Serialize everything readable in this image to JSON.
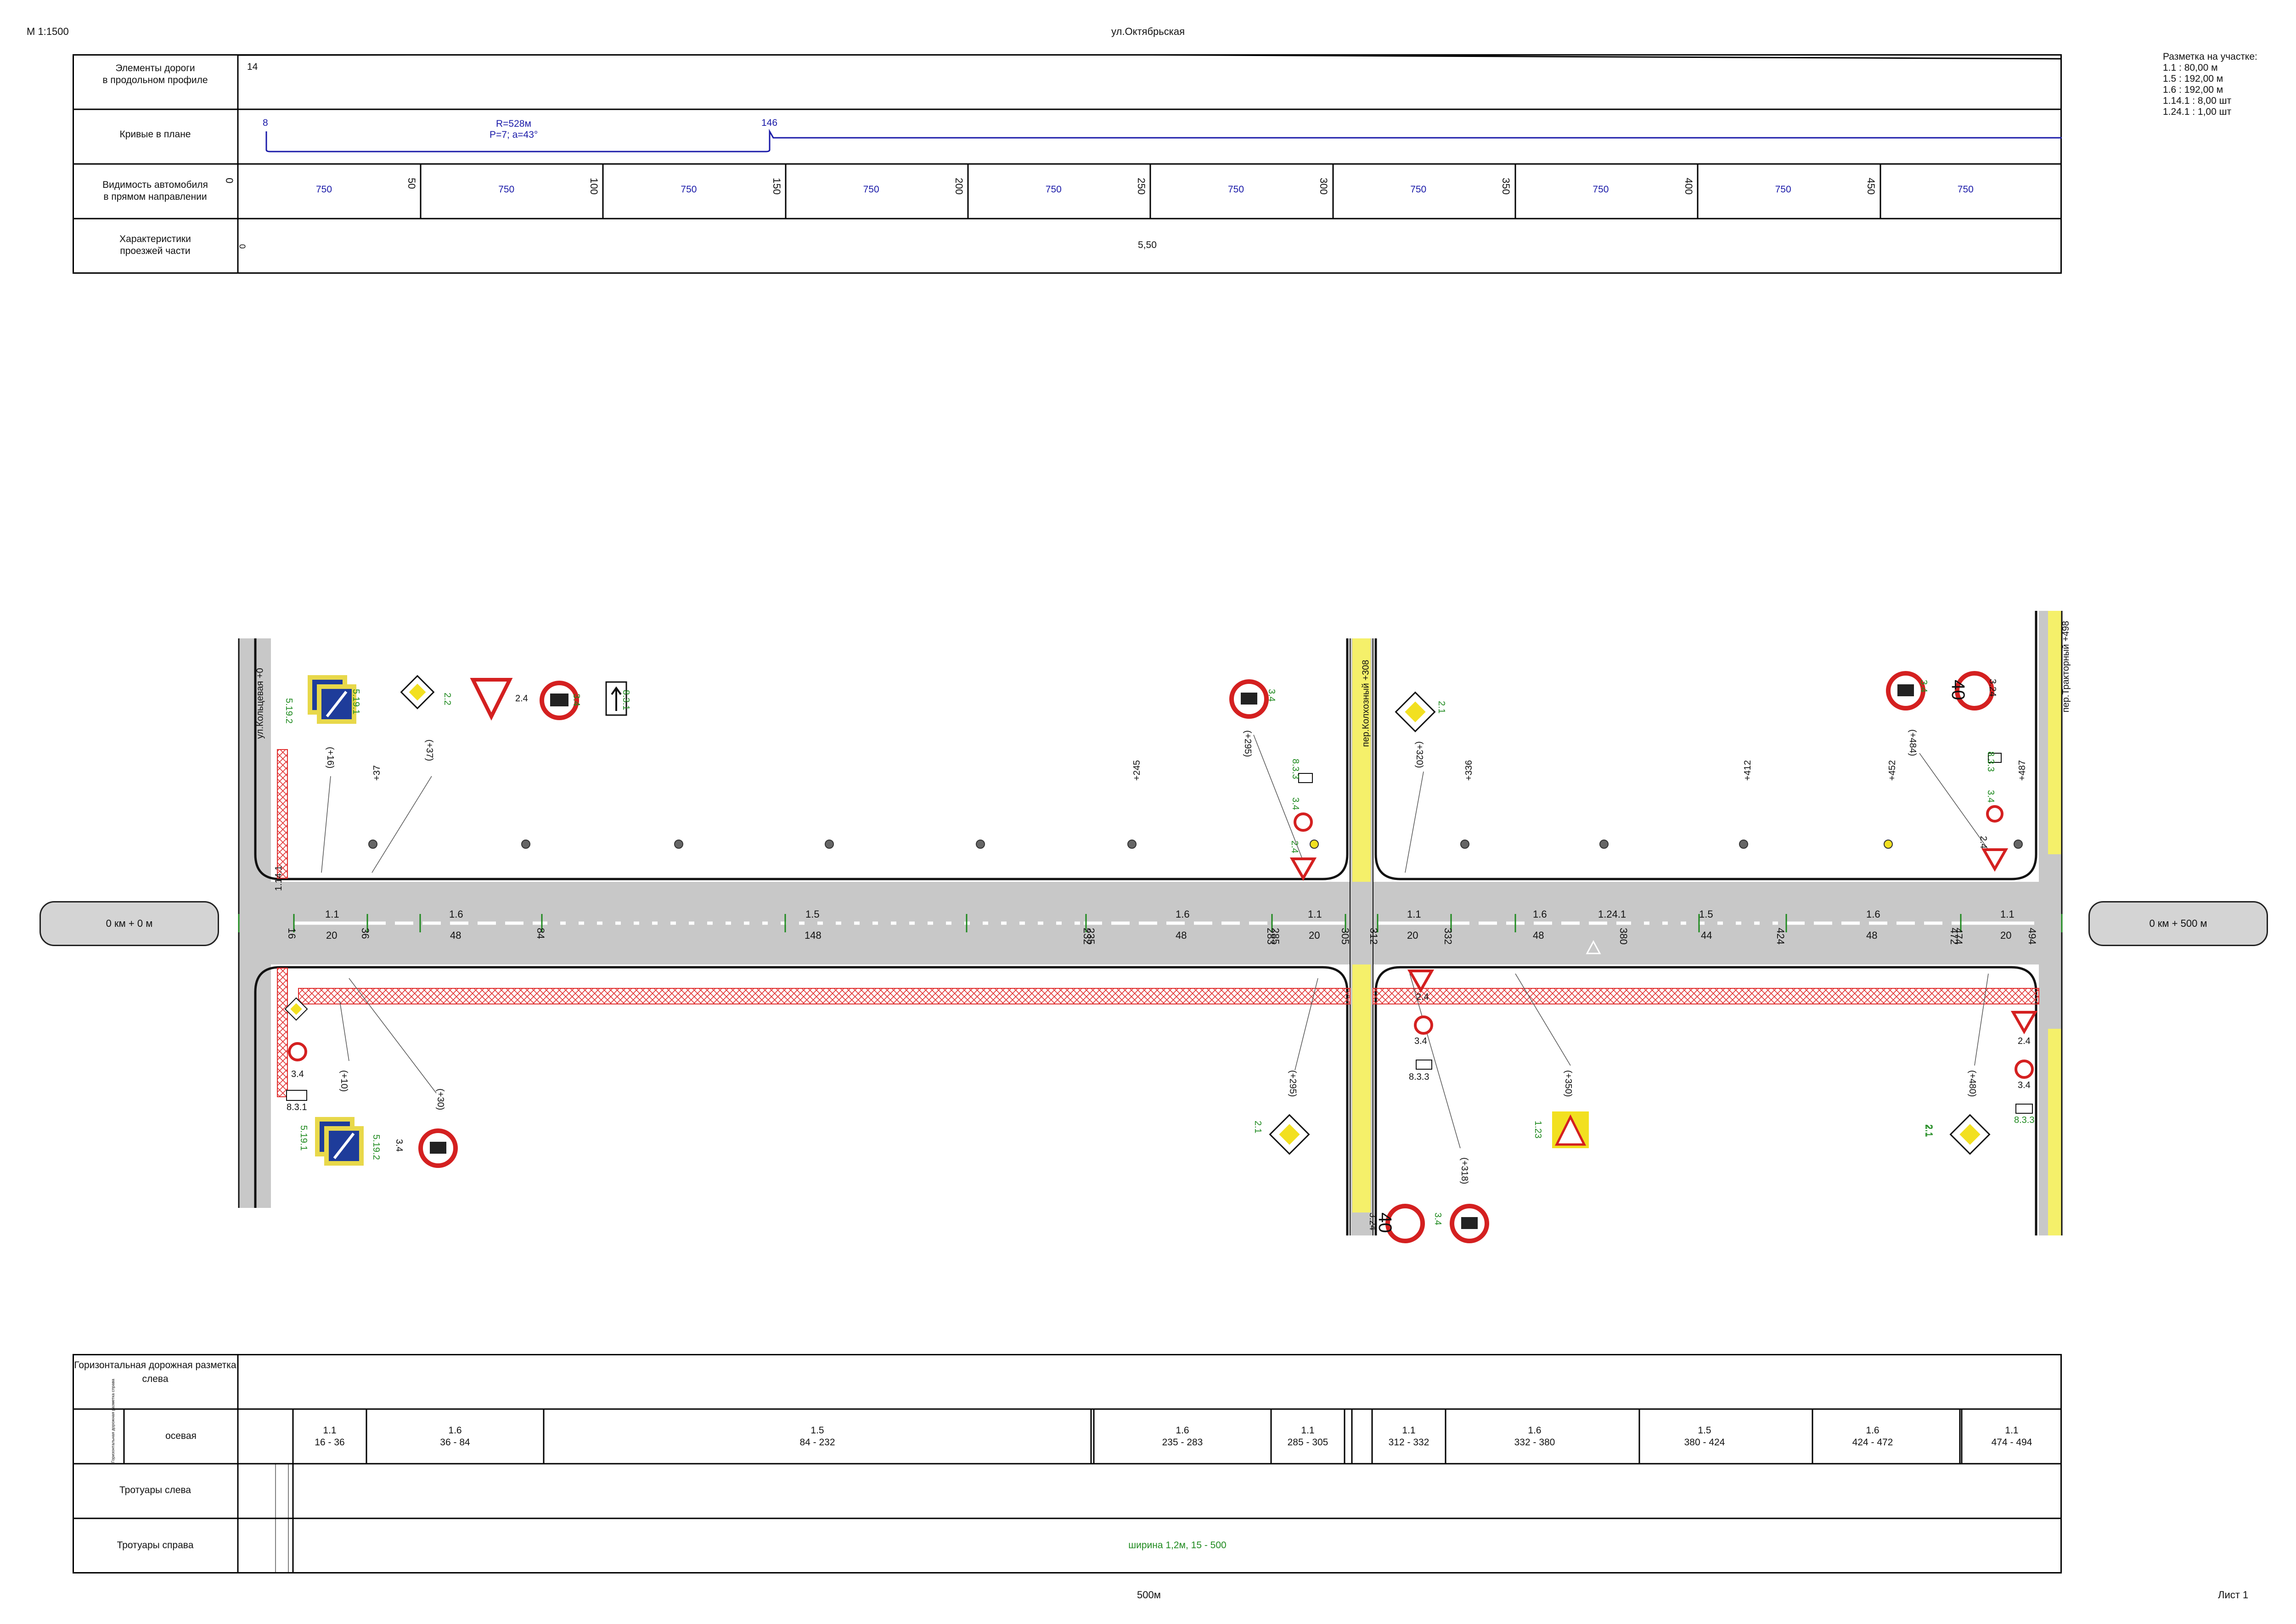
{
  "header": {
    "scale": "М 1:1500",
    "street": "ул.Октябрьская",
    "sheet": "Лист 1",
    "length": "500м"
  },
  "markup_summary": {
    "title": "Разметка на участке:",
    "items": [
      "1.1 : 80,00 м",
      "1.5 : 192,00 м",
      "1.6 : 192,00 м",
      "1.14.1 : 8,00 шт",
      "1.24.1 : 1,00 шт"
    ]
  },
  "top_table": {
    "rows": [
      {
        "label_1": "Элементы дороги",
        "label_2": "в продольном профиле",
        "value": "14"
      },
      {
        "label_1": "Кривые в плане",
        "label_2": "",
        "curve_start": "8",
        "curve_end": "146",
        "curve_radius": "R=528м",
        "curve_params": "P=7; a=43°"
      },
      {
        "label_1": "Видимость автомобиля",
        "label_2": "в прямом направлении"
      },
      {
        "label_1": "Характеристики",
        "label_2": "проезжей части",
        "start": "0",
        "width": "5,50"
      }
    ],
    "visibility_ticks": [
      "0",
      "50",
      "100",
      "150",
      "200",
      "250",
      "300",
      "350",
      "400",
      "450"
    ],
    "visibility_values": [
      "750",
      "750",
      "750",
      "750",
      "750",
      "750",
      "750",
      "750",
      "750",
      "750"
    ]
  },
  "plan": {
    "km_start": "0 км + 0 м",
    "km_end": "0 км + 500 м",
    "side_streets": [
      {
        "name": "ул.Кольцевая",
        "pk": "+0"
      },
      {
        "name": "пер.Колхозный",
        "pk": "+308"
      },
      {
        "name": "пер.Тракторный",
        "pk": "+498"
      }
    ],
    "lamp_pks": [
      "+37",
      "+245",
      "+336",
      "+412",
      "+452",
      "+487"
    ],
    "top_marks": [
      "1.1",
      "1.6",
      "1.5",
      "1.6",
      "1.1",
      "1.1",
      "1.6",
      "1.5",
      "1.6",
      "1.1",
      "1.24.1"
    ],
    "bottom_marks": [
      "16",
      "20",
      "36",
      "48",
      "84",
      "148",
      "232",
      "235",
      "48",
      "283",
      "285",
      "20",
      "305",
      "312",
      "20",
      "332",
      "48",
      "380",
      "44",
      "424",
      "48",
      "472",
      "474",
      "20",
      "494"
    ],
    "crosswalk_left": "1.14.1",
    "sign_labels_top": [
      "5.19.2",
      "5.19.1",
      "2.2",
      "2.4",
      "3.4",
      "8.3.1",
      "3.4",
      "8.3.3",
      "3.4",
      "2.4",
      "2.1",
      "3.4",
      "3.24",
      "8.3.3",
      "3.4",
      "2.4"
    ],
    "sign_labels_bottom": [
      "2.1",
      "3.4",
      "8.3.1",
      "5.19.1",
      "5.19.2",
      "3.4",
      "2.1",
      "2.4",
      "3.4",
      "8.3.3",
      "3.24",
      "3.4",
      "1.23",
      "2.1",
      "2.4",
      "3.4",
      "8.3.3"
    ],
    "pk_callouts_top": [
      "(+16)",
      "(+37)",
      "(+295)",
      "(+320)",
      "(+484)"
    ],
    "pk_callouts_bottom": [
      "(+10)",
      "(+30)",
      "(+295)",
      "(+318)",
      "(+350)",
      "(+480)"
    ],
    "speed_limit": "40"
  },
  "bottom_table": {
    "row1_label": "Горизонтальная дорожная разметка слева",
    "row2_side_label": "Горизонтальная дорожная разметка справа",
    "row2_label": "осевая",
    "segments": [
      {
        "type": "1.1",
        "range": "16 - 36"
      },
      {
        "type": "1.6",
        "range": "36 - 84"
      },
      {
        "type": "1.5",
        "range": "84 - 232"
      },
      {
        "type": "1.6",
        "range": "235 - 283"
      },
      {
        "type": "1.1",
        "range": "285 - 305"
      },
      {
        "type": "1.1",
        "range": "312 - 332"
      },
      {
        "type": "1.6",
        "range": "332 - 380"
      },
      {
        "type": "1.5",
        "range": "380 - 424"
      },
      {
        "type": "1.6",
        "range": "424 - 472"
      },
      {
        "type": "1.1",
        "range": "474 - 494"
      }
    ],
    "row3_label": "Тротуары слева",
    "row4_label": "Тротуары справа",
    "row4_value": "ширина 1,2м, 15 - 500"
  },
  "colors": {
    "road": "#c8c8c8",
    "curb": "#111111",
    "yellow": "#f5f06a",
    "crosswalk": "#e03030",
    "sign_red": "#d42020",
    "sign_blue": "#1e3c9a",
    "marker_green": "#1f8a1f",
    "text_blue": "#1a1aa8"
  }
}
